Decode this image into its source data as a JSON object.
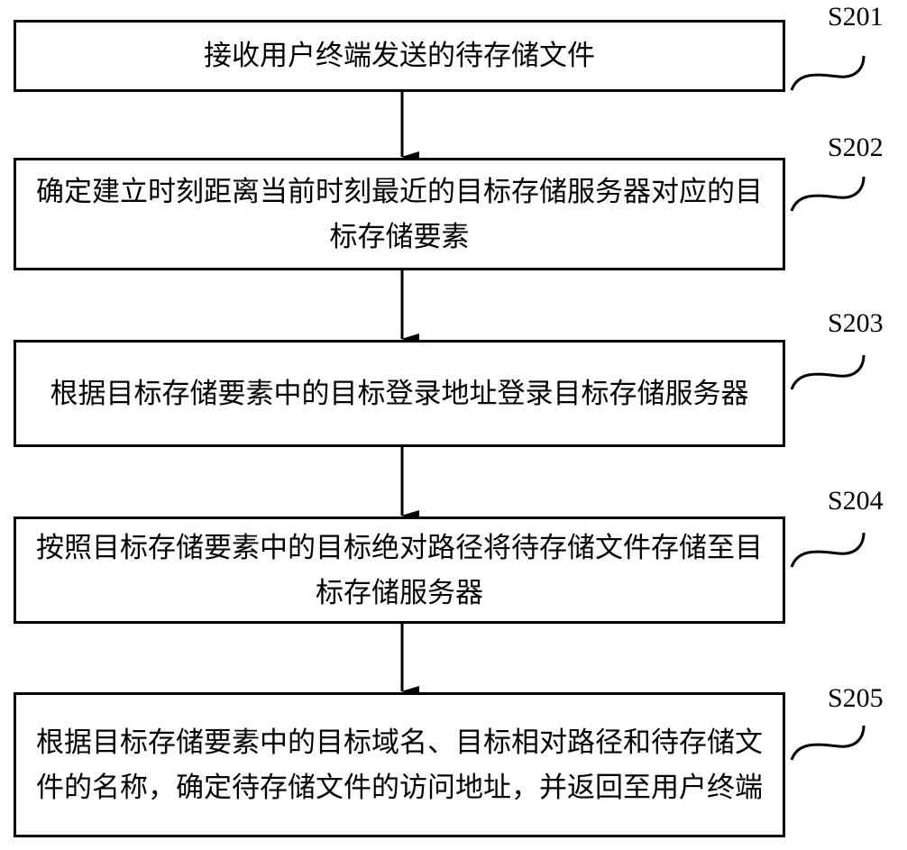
{
  "steps": [
    {
      "id": "S201",
      "text": "接收用户终端发送的待存储文件"
    },
    {
      "id": "S202",
      "text": "确定建立时刻距离当前时刻最近的目标存储服务器对应的目标存储要素"
    },
    {
      "id": "S203",
      "text": "根据目标存储要素中的目标登录地址登录目标存储服务器"
    },
    {
      "id": "S204",
      "text": "按照目标存储要素中的目标绝对路径将待存储文件存储至目标存储服务器"
    },
    {
      "id": "S205",
      "text": "根据目标存储要素中的目标域名、目标相对路径和待存储文件的名称，确定待存储文件的访问地址，并返回至用户终端"
    }
  ]
}
